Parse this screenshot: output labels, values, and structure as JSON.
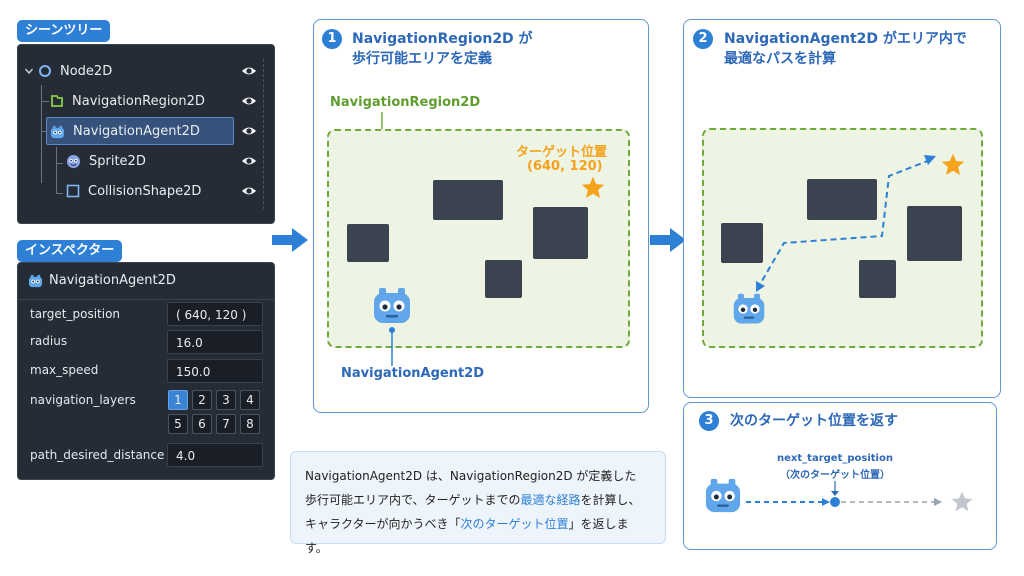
{
  "scene_tree": {
    "header": "シーンツリー",
    "nodes": [
      {
        "label": "Node2D",
        "icon": "node2d-circle-icon"
      },
      {
        "label": "NavigationRegion2D",
        "icon": "navigation-region-polygon-icon"
      },
      {
        "label": "NavigationAgent2D",
        "icon": "godot-agent-icon",
        "selected": true
      },
      {
        "label": "Sprite2D",
        "icon": "sprite-icon"
      },
      {
        "label": "CollisionShape2D",
        "icon": "collision-shape-icon"
      }
    ]
  },
  "inspector": {
    "header": "インスペクター",
    "title": "NavigationAgent2D",
    "props": [
      {
        "label": "target_position",
        "value": "( 640,  120 )"
      },
      {
        "label": "radius",
        "value": "16.0"
      },
      {
        "label": "max_speed",
        "value": "150.0"
      },
      {
        "label": "navigation_layers"
      },
      {
        "label": "path_desired_distance",
        "value": "4.0"
      }
    ],
    "layers": [
      "1",
      "2",
      "3",
      "4",
      "5",
      "6",
      "7",
      "8"
    ],
    "active_layer": "1"
  },
  "step1": {
    "num": "1",
    "title_line1": "NavigationRegion2D が",
    "title_line2": "歩行可能エリアを定義",
    "region_label": "NavigationRegion2D",
    "target_label": "ターゲット位置",
    "target_coords": "(640,  120)",
    "agent_label": "NavigationAgent2D"
  },
  "step2": {
    "num": "2",
    "title_line1": "NavigationAgent2D がエリア内で",
    "title_line2": "最適なパスを計算"
  },
  "step3": {
    "num": "3",
    "title": "次のターゲット位置を返す",
    "next_label": "next_target_position",
    "next_sub": "（次のターゲット位置）"
  },
  "caption": {
    "line1": "NavigationAgent2D は、NavigationRegion2D が定義した",
    "line2_pre": "歩行可能エリア内で、ターゲットまでの",
    "line2_hl": "最適な経路",
    "line2_post": "を計算し、",
    "line3_pre": "キャラクターが向かうべき「",
    "line3_hl": "次のターゲット位置",
    "line3_post": "」を返します。"
  },
  "colors": {
    "accent": "#2e7fd6",
    "region_green": "#6eaa3c",
    "target_orange": "#f5a21c",
    "dark_panel": "#262c36"
  }
}
